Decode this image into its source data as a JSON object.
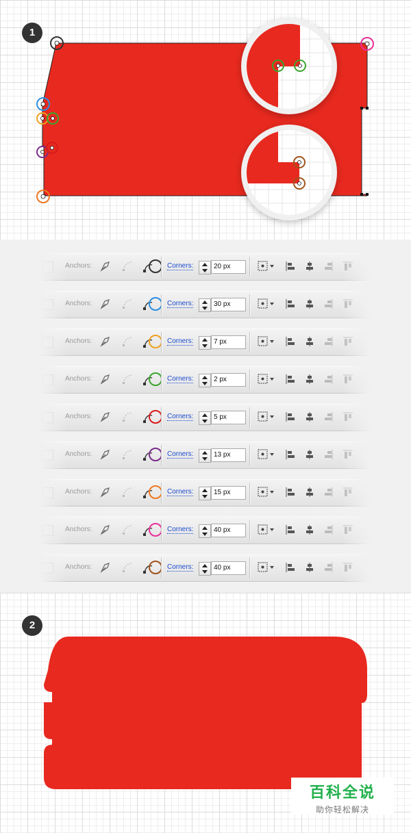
{
  "steps": {
    "first": "1",
    "second": "2"
  },
  "shape_color": "#e8291f",
  "panels": [
    {
      "anchors_label": "Anchors:",
      "corners_label": "Corners:",
      "corner_value": "20 px",
      "ring_color": "#333333"
    },
    {
      "anchors_label": "Anchors:",
      "corners_label": "Corners:",
      "corner_value": "30 px",
      "ring_color": "#2b8fe0"
    },
    {
      "anchors_label": "Anchors:",
      "corners_label": "Corners:",
      "corner_value": "7 px",
      "ring_color": "#f0a020"
    },
    {
      "anchors_label": "Anchors:",
      "corners_label": "Corners:",
      "corner_value": "2 px",
      "ring_color": "#3aa52c"
    },
    {
      "anchors_label": "Anchors:",
      "corners_label": "Corners:",
      "corner_value": "5 px",
      "ring_color": "#d81a1a"
    },
    {
      "anchors_label": "Anchors:",
      "corners_label": "Corners:",
      "corner_value": "13 px",
      "ring_color": "#7a2c8c"
    },
    {
      "anchors_label": "Anchors:",
      "corners_label": "Corners:",
      "corner_value": "15 px",
      "ring_color": "#f07820"
    },
    {
      "anchors_label": "Anchors:",
      "corners_label": "Corners:",
      "corner_value": "40 px",
      "ring_color": "#e8309a"
    },
    {
      "anchors_label": "Anchors:",
      "corners_label": "Corners:",
      "corner_value": "40 px",
      "ring_color": "#a0521a"
    }
  ],
  "watermark": {
    "title": "百科全说",
    "subtitle": "助你轻松解决"
  }
}
